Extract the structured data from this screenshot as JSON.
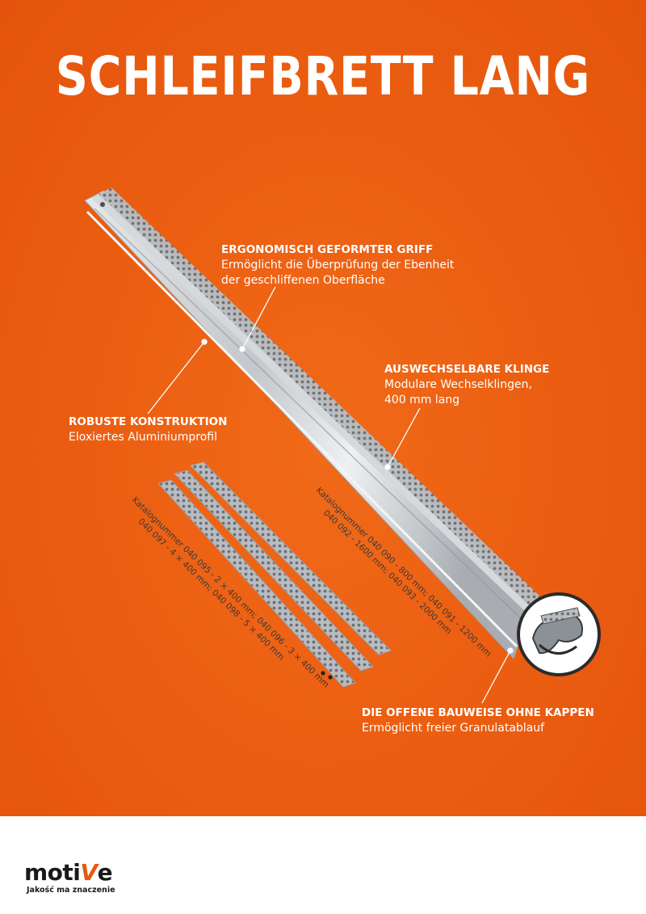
{
  "title": "SCHLEIFBRETT LANG",
  "callouts": {
    "grip": {
      "heading": "ERGONOMISCH GEFORMTER GRIFF",
      "line1": "Ermöglicht die Überprüfung der Ebenheit",
      "line2": "der geschliffenen Oberfläche"
    },
    "blade": {
      "heading": "AUSWECHSELBARE KLINGE",
      "line1": "Modulare Wechselklingen,",
      "line2": "400 mm lang"
    },
    "construction": {
      "heading": "ROBUSTE KONSTRUKTION",
      "line1": "Eloxiertes Aluminiumprofil"
    },
    "open": {
      "heading": "DIE OFFENE BAUWEISE OHNE KAPPEN",
      "line1": "Ermöglicht freier Granulatablauf"
    }
  },
  "catalog": {
    "board_line1": "Katalognummer 040 090 - 800 mm; 040 091 - 1200 mm",
    "board_line2": "040 092 - 1600 mm; 040 093 - 2000 mm",
    "blades_line1": "Katalognummer 040 095 - 2 × 400 mm; 040 096 - 3 × 400  mm",
    "blades_line2": "040 097 - 4 × 400 mm; 040 098 - 5 × 400 mm"
  },
  "footer": {
    "brand_pre": "moti",
    "brand_v": "V",
    "brand_post": "e",
    "tagline": "Jakość ma znaczenie"
  },
  "colors": {
    "background": "#ec5f12",
    "text": "#ffffff",
    "logo_accent": "#e8560f",
    "aluminium": "#c9ccd0"
  }
}
